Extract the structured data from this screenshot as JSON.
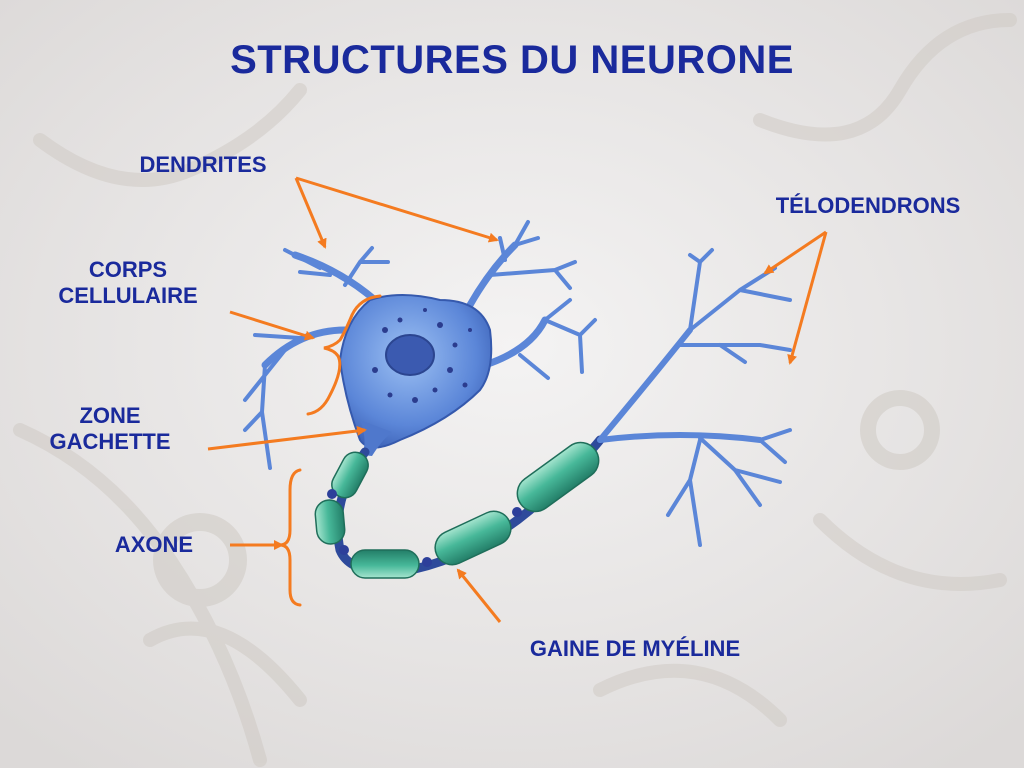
{
  "title": "STRUCTURES DU NEURONE",
  "labels": {
    "dendrites": "DENDRITES",
    "telodendrons": "TÉLODENDRONS",
    "corps_line1": "CORPS",
    "corps_line2": "CELLULAIRE",
    "zone_line1": "ZONE",
    "zone_line2": "GACHETTE",
    "axone": "AXONE",
    "gaine": "GAINE DE MYÉLINE"
  },
  "colors": {
    "text": "#1a2a9c",
    "arrow": "#f47b20",
    "neuron": "#5b86d8",
    "myelin": "#3fb59a",
    "background": "#eceaea"
  }
}
